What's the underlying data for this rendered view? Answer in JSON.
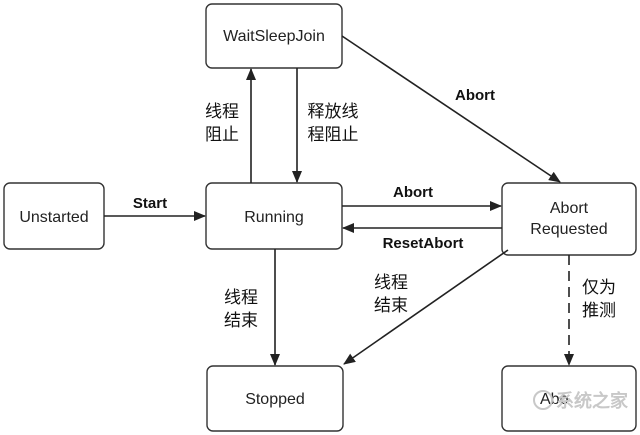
{
  "states": {
    "waitsleepjoin": "WaitSleepJoin",
    "unstarted": "Unstarted",
    "running": "Running",
    "abort_requested_line1": "Abort",
    "abort_requested_line2": "Requested",
    "stopped": "Stopped",
    "aborted_partial": "Abo"
  },
  "transitions": {
    "start": "Start",
    "abort_top": "Abort",
    "abort_mid": "Abort",
    "reset_abort": "ResetAbort",
    "block_line1": "线程",
    "block_line2": "阻止",
    "release_line1": "释放线",
    "release_line2": "程阻止",
    "end_left_line1": "线程",
    "end_left_line2": "结束",
    "end_right_line1": "线程",
    "end_right_line2": "结束",
    "infer_line1": "仅为",
    "infer_line2": "推测"
  },
  "watermark": "系统之家"
}
